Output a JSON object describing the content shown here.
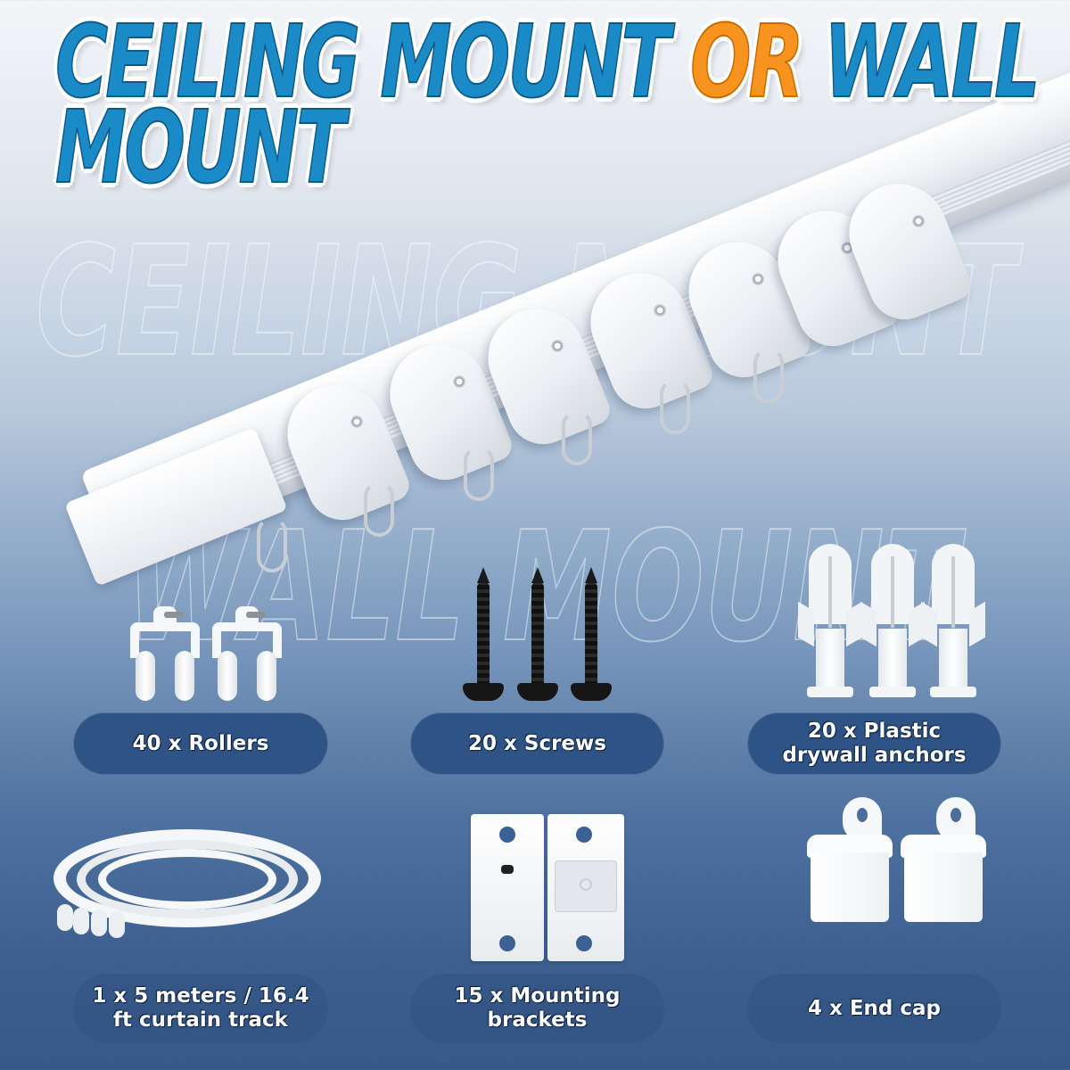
{
  "headline": {
    "line1_part1": "CEILING MOUNT ",
    "line1_accent": "OR",
    "line1_part2": " WALL",
    "line2": "MOUNT",
    "primary_color": "#1b8bc8",
    "accent_color": "#f7941d"
  },
  "watermarks": {
    "top": "CEILING MOUNT",
    "bottom": "WALL MOUNT"
  },
  "items": [
    {
      "quantity": "40",
      "label": "40 x Rollers",
      "icon": "roller-icon"
    },
    {
      "quantity": "20",
      "label": "20 x Screws",
      "icon": "screw-icon"
    },
    {
      "quantity": "20",
      "label": "20 x Plastic drywall anchors",
      "line1": "20 x Plastic",
      "line2": "drywall anchors",
      "icon": "drywall-anchor-icon"
    },
    {
      "quantity": "1",
      "label": "1 x 5 meters / 16.4 ft curtain track",
      "line1": "1 x 5 meters / 16.4",
      "line2": "ft curtain track",
      "icon": "coiled-track-icon"
    },
    {
      "quantity": "15",
      "label": "15 x Mounting brackets",
      "line1": "15 x Mounting",
      "line2": "brackets",
      "icon": "mounting-bracket-icon"
    },
    {
      "quantity": "4",
      "label": "4 x End cap",
      "icon": "end-cap-icon"
    }
  ],
  "colors": {
    "pill_background": "#2f5384",
    "background_top": "#f3f5f8",
    "background_bottom": "#37598a"
  }
}
